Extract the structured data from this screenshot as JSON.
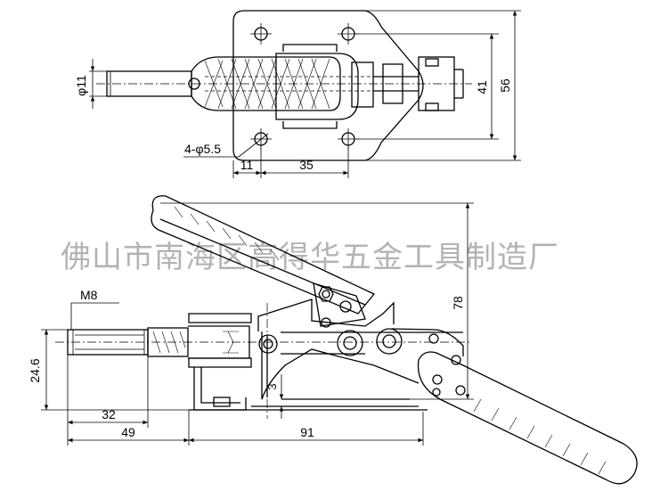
{
  "dimensions": {
    "shaft_diameter": "φ11",
    "hole_spec": "4-φ5.5",
    "offset_11": "11",
    "spacing_35": "35",
    "width_41": "41",
    "width_56": "56",
    "height_78": "78",
    "thread": "M8",
    "height_24_6": "24.6",
    "gap_3": "3",
    "length_32": "32",
    "length_49": "49",
    "length_91": "91"
  },
  "watermark": "佛山市南海区高得华五金工具制造厂"
}
